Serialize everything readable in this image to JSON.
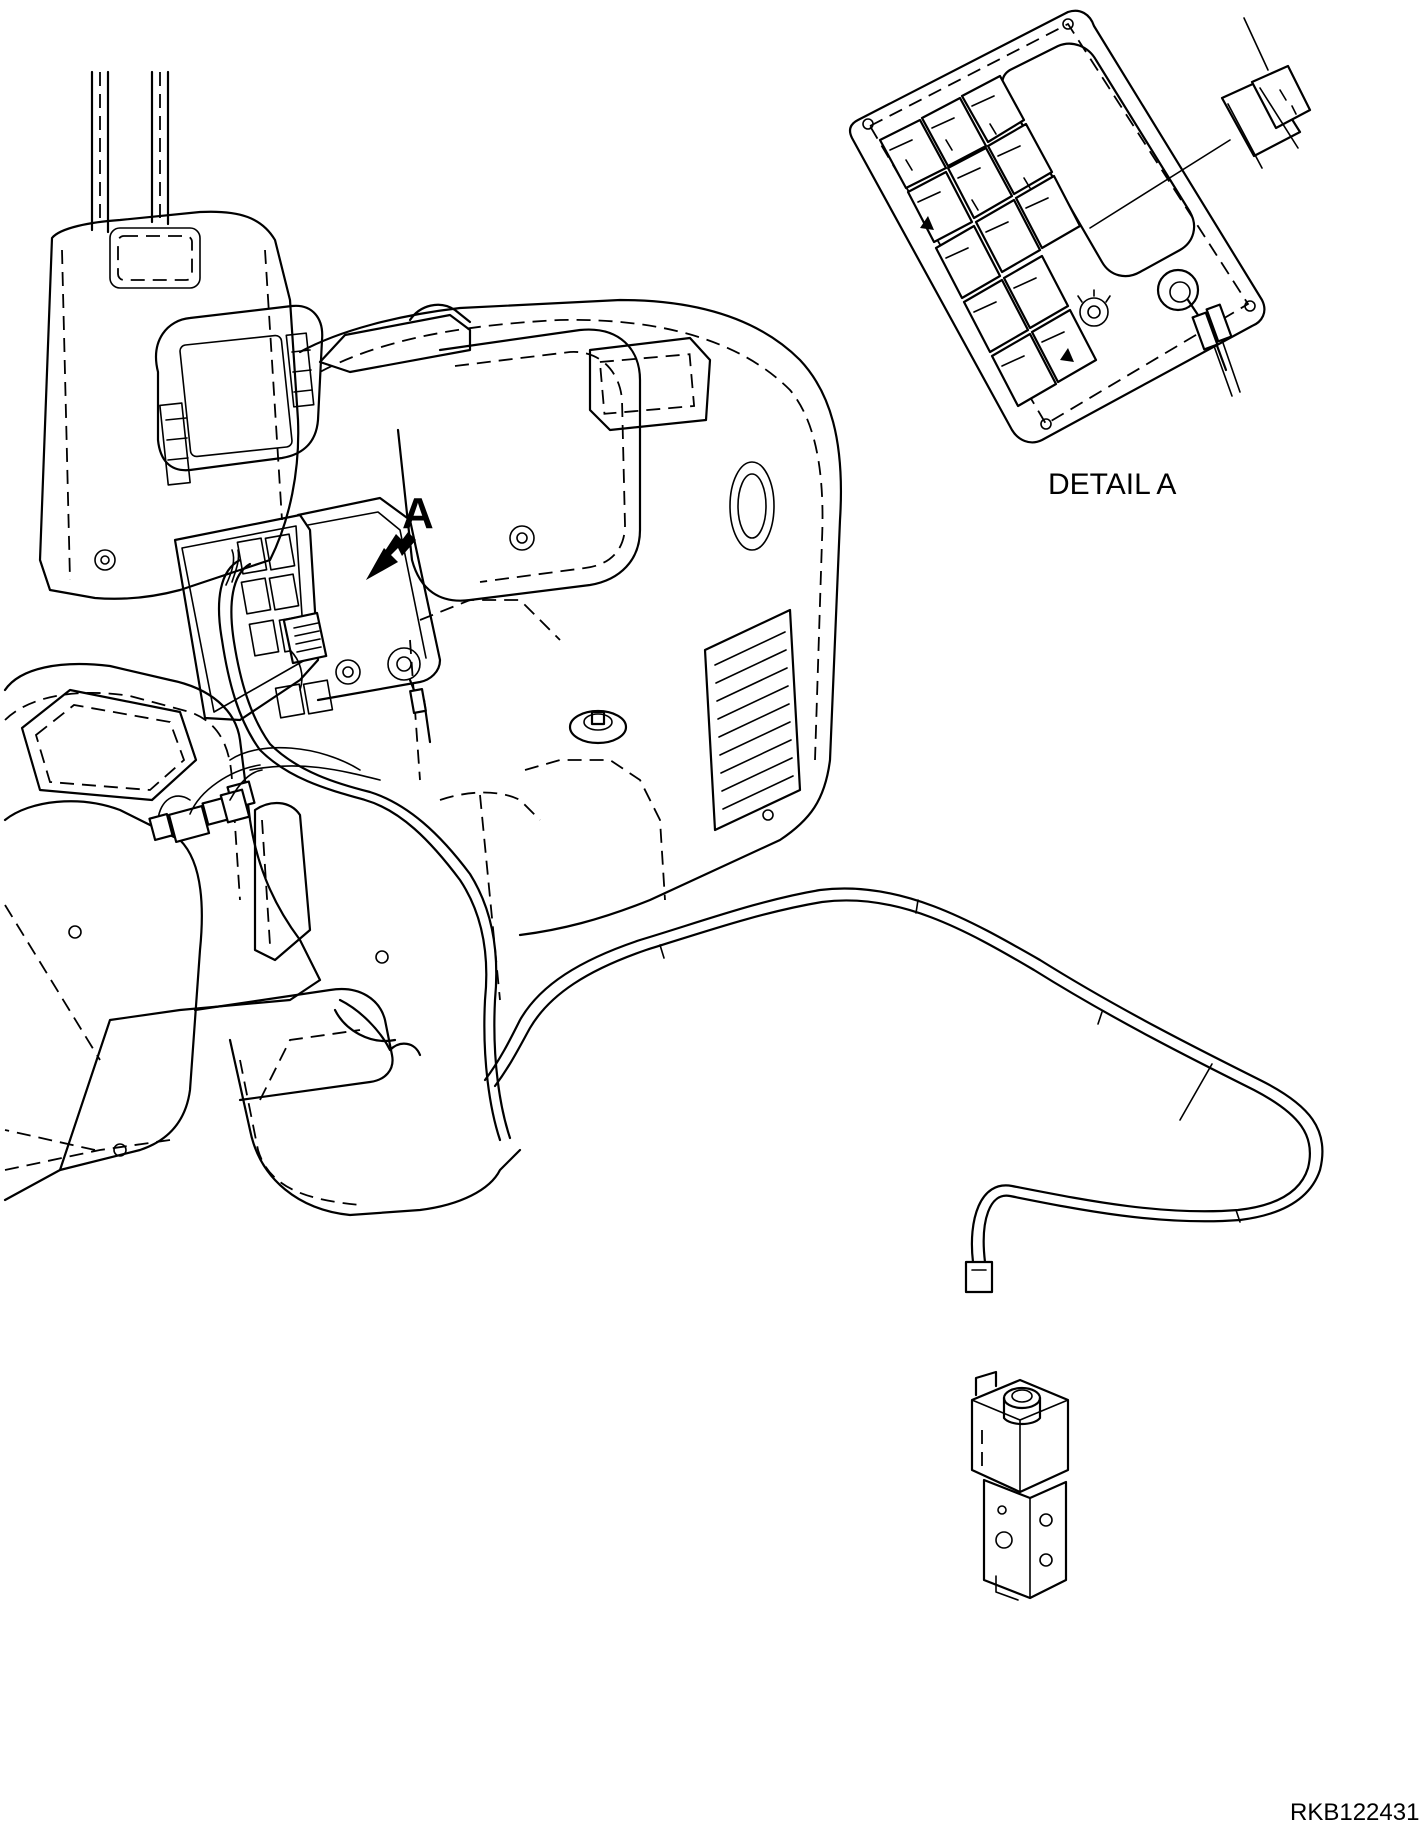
{
  "labels": {
    "detail_callout": "A",
    "detail_title": "DETAIL A",
    "drawing_number": "RKB122431"
  },
  "colors": {
    "line": "#000000",
    "background": "#ffffff"
  }
}
